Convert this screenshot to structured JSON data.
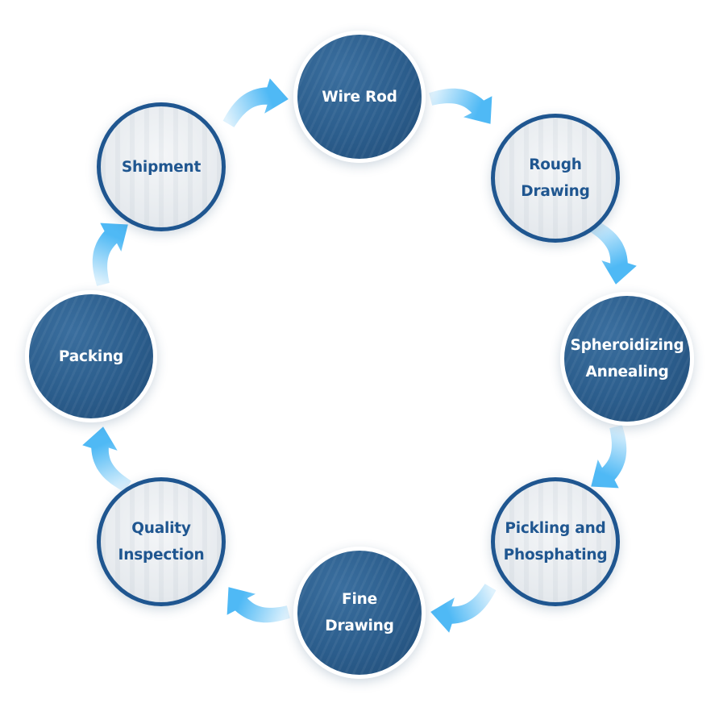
{
  "diagram": {
    "type": "process-cycle",
    "direction": "clockwise",
    "colors": {
      "dark_fill": "#2b5d8c",
      "dark_ring": "#ffffff",
      "light_fill": "#eceff2",
      "light_ring": "#1f5690",
      "arrow_start": "#dff2fd",
      "arrow_end": "#4fb9f5"
    },
    "steps": [
      {
        "id": "wire-rod",
        "lines": [
          "Wire Rod"
        ],
        "style": "dark"
      },
      {
        "id": "rough-drawing",
        "lines": [
          "Rough",
          "Drawing"
        ],
        "style": "light"
      },
      {
        "id": "spheroidizing-annealing",
        "lines": [
          "Spheroidizing",
          "Annealing"
        ],
        "style": "dark"
      },
      {
        "id": "pickling-phosphating",
        "lines": [
          "Pickling and",
          "Phosphating"
        ],
        "style": "light"
      },
      {
        "id": "fine-drawing",
        "lines": [
          "Fine",
          "Drawing"
        ],
        "style": "dark"
      },
      {
        "id": "quality-inspection",
        "lines": [
          "Quality",
          "Inspection"
        ],
        "style": "light"
      },
      {
        "id": "packing",
        "lines": [
          "Packing"
        ],
        "style": "dark"
      },
      {
        "id": "shipment",
        "lines": [
          "Shipment"
        ],
        "style": "light"
      }
    ]
  }
}
